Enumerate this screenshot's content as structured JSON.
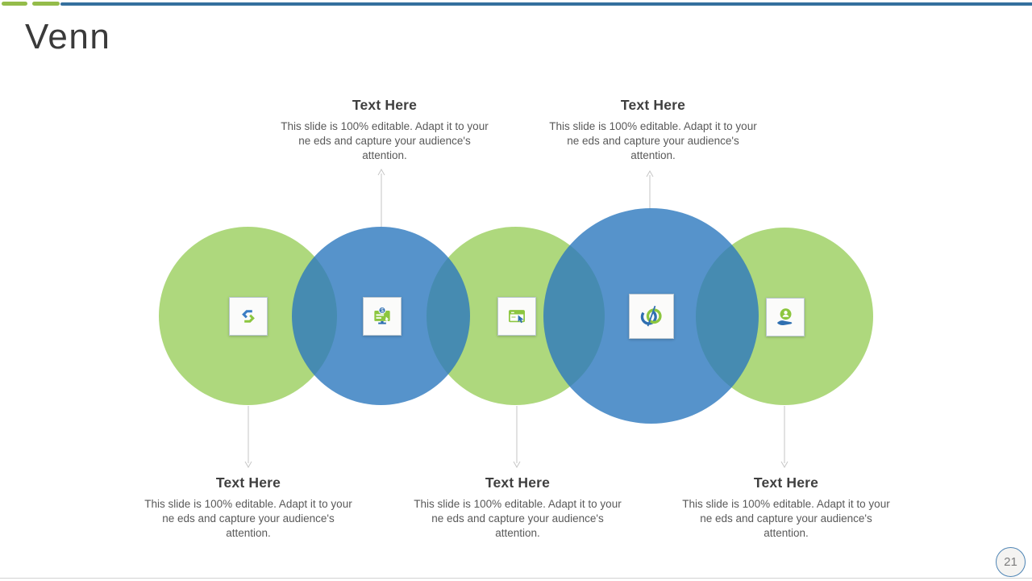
{
  "slide": {
    "title": "Venn",
    "page_number": "21"
  },
  "callouts": {
    "top": [
      {
        "heading": "Text Here",
        "body": "This slide is 100% editable. Adapt it to your ne eds and capture your audience's attention."
      },
      {
        "heading": "Text Here",
        "body": "This slide is 100% editable. Adapt it to your ne eds and capture your audience's attention."
      }
    ],
    "bottom": [
      {
        "heading": "Text Here",
        "body": "This slide is 100% editable. Adapt it to your ne eds and capture your audience's attention."
      },
      {
        "heading": "Text Here",
        "body": "This slide is 100% editable. Adapt it to your ne eds and capture your audience's attention."
      },
      {
        "heading": "Text Here",
        "body": "This slide is 100% editable. Adapt it to your ne eds and capture your audience's attention."
      }
    ]
  },
  "icons": [
    {
      "name": "s-hexagon-logo-icon"
    },
    {
      "name": "monitor-dollar-icon"
    },
    {
      "name": "click-browser-icon"
    },
    {
      "name": "orbit-logo-icon"
    },
    {
      "name": "hand-holding-user-icon"
    }
  ],
  "colors": {
    "circle_green": "#9ace5d",
    "circle_blue": "#2c78be",
    "overlap_teal": "#4687a9",
    "topbar_green": "#94bc4a",
    "topbar_blue": "#35709e",
    "arrow_gray": "#c6c6c6",
    "heading_text": "#3f3f3f",
    "body_text": "#595959",
    "badge_border": "#4f85b5"
  }
}
